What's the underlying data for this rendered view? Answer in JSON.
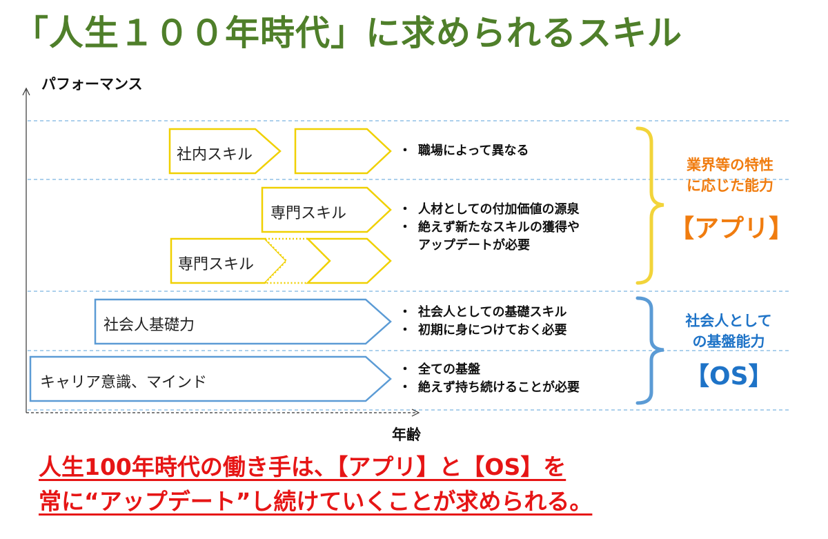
{
  "title": "「人生１００年時代」に求められるスキル",
  "axes": {
    "y_label": "パフォーマンス",
    "x_label": "年齢"
  },
  "tiers": [
    {
      "arrows": [
        "社内スキル",
        ""
      ],
      "bullets": [
        "職場によって異なる"
      ]
    },
    {
      "arrows": [
        "専門スキル",
        "専門スキル"
      ],
      "bullets": [
        "人材としての付加価値の源泉",
        "絶えず新たなスキルの獲得や",
        "アップデートが必要"
      ]
    },
    {
      "arrows": [
        "社会人基礎力"
      ],
      "bullets": [
        "社会人としての基礎スキル",
        "初期に身につけておく必要"
      ]
    },
    {
      "arrows": [
        "キャリア意識、マインド"
      ],
      "bullets": [
        "全ての基盤",
        "絶えず持ち続けることが必要"
      ]
    }
  ],
  "categories": {
    "app": {
      "line1": "業界等の特性",
      "line2": "に応じた能力",
      "tag": "【アプリ】",
      "color": "#f07c0f",
      "bracket_color": "#f2d43a"
    },
    "os": {
      "line1": "社会人として",
      "line2": "の基盤能力",
      "tag": "【OS】",
      "color": "#1e73c7",
      "bracket_color": "#5b9bd5"
    }
  },
  "bullet_mark": "・",
  "conclusion": [
    "人生100年時代の働き手は、【アプリ】と【OS】を",
    "常に“アップデート”し続けていくことが求められる。"
  ],
  "colors": {
    "title": "#4f7f2a",
    "yellow": "#f0d000",
    "blue": "#5b9bd5",
    "gridline": "#7bb4e0",
    "conclusion": "#e61515"
  }
}
